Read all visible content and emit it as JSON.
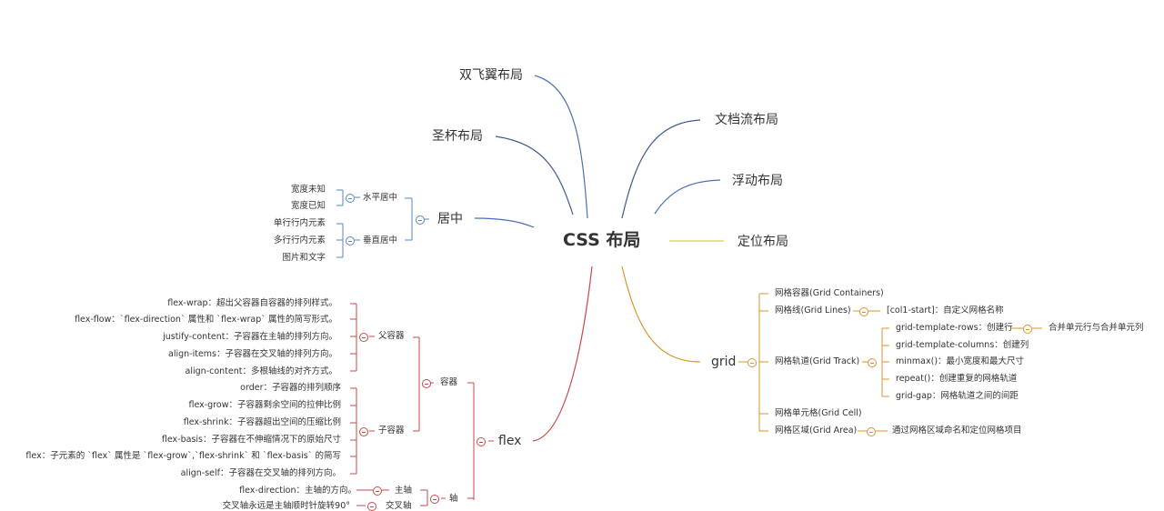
{
  "center": "CSS 布局",
  "top_branches": {
    "double_wing": "双飞翼布局",
    "holy_grail": "圣杯布局",
    "doc_flow": "文档流布局",
    "float": "浮动布局",
    "position": "定位布局"
  },
  "centering": {
    "label": "居中",
    "horizontal": {
      "label": "水平居中",
      "items": [
        "宽度未知",
        "宽度已知"
      ]
    },
    "vertical": {
      "label": "垂直居中",
      "items": [
        "单行行内元素",
        "多行行内元素",
        "图片和文字"
      ]
    }
  },
  "flex": {
    "label": "flex",
    "container": {
      "label": "容器",
      "parent": {
        "label": "父容器",
        "items": [
          "flex-wrap：超出父容器自容器的排列样式。",
          "flex-flow：`flex-direction` 属性和 `flex-wrap` 属性的简写形式。",
          "justify-content：子容器在主轴的排列方向。",
          "align-items：子容器在交叉轴的排列方向。",
          "align-content：多根轴线的对齐方式。"
        ]
      },
      "child": {
        "label": "子容器",
        "items": [
          "order：子容器的排列顺序",
          "flex-grow：子容器剩余空间的拉伸比例",
          "flex-shrink：子容器超出空间的压缩比例",
          "flex-basis：子容器在不伸缩情况下的原始尺寸",
          "flex：子元素的 `flex` 属性是 `flex-grow`,`flex-shrink` 和 `flex-basis` 的简写",
          "align-self：子容器在交叉轴的排列方向。"
        ]
      }
    },
    "axis": {
      "label": "轴",
      "main": {
        "label": "主轴",
        "item": "flex-direction：主轴的方向。"
      },
      "cross": {
        "label": "交叉轴",
        "item": "交叉轴永远是主轴顺时针旋转90°"
      }
    }
  },
  "grid": {
    "label": "grid",
    "containers": "网格容器(Grid Containers)",
    "lines": {
      "label": "网格线(Grid Lines)",
      "item": "[col1-start]：自定义网格名称"
    },
    "track": {
      "label": "网格轨道(Grid Track)",
      "items": [
        "grid-template-rows：创建行",
        "grid-template-columns：创建列",
        "minmax()：最小宽度和最大尺寸",
        "repeat()：创建重复的网格轨道",
        "grid-gap：网格轨道之间的间距"
      ],
      "rows_note": "合并单元行与合并单元列"
    },
    "cell": "网格单元格(Grid Cell)",
    "area": {
      "label": "网格区域(Grid Area)",
      "item": "通过网格区域命名和定位网格项目"
    }
  },
  "colors": {
    "blue": "#4a6fb8",
    "red": "#c94a4a",
    "orange": "#d9962f",
    "yellow": "#d8cf5a",
    "slate": "#3f5b8f"
  }
}
